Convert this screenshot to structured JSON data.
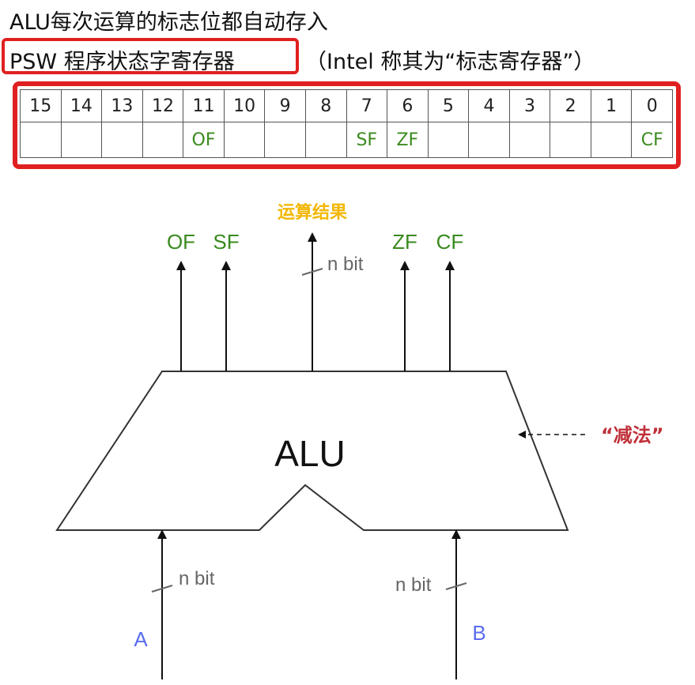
{
  "heading": "ALU每次运算的标志位都自动存入",
  "psw_label": "PSW 程序状态字寄存器",
  "psw_note": "（Intel 称其为“标志寄存器”）",
  "register": {
    "bits": [
      "15",
      "14",
      "13",
      "12",
      "11",
      "10",
      "9",
      "8",
      "7",
      "6",
      "5",
      "4",
      "3",
      "2",
      "1",
      "0"
    ],
    "flags": [
      "",
      "",
      "",
      "",
      "OF",
      "",
      "",
      "",
      "SF",
      "ZF",
      "",
      "",
      "",
      "",
      "",
      "CF"
    ]
  },
  "diagram": {
    "result_label": "运算结果",
    "out_flags": {
      "of": "OF",
      "sf": "SF",
      "zf": "ZF",
      "cf": "CF"
    },
    "result_width": "n bit",
    "alu_label": "ALU",
    "op_label": "“减法”",
    "input_a_width": "n bit",
    "input_b_width": "n bit",
    "input_a": "A",
    "input_b": "B"
  },
  "colors": {
    "highlight_red": "#e02020",
    "flag_green": "#3a8a1e",
    "result_yellow": "#f2b705",
    "op_red": "#c0303a",
    "input_blue": "#5a6cf0",
    "width_gray": "#666666"
  }
}
